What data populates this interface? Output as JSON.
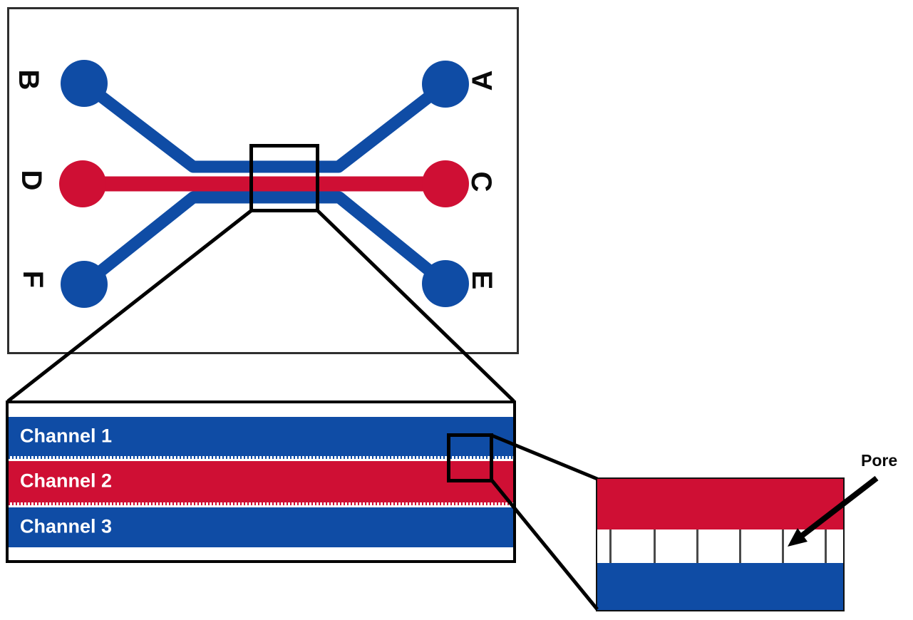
{
  "figure": {
    "description": "microfluidic chip schematic with zoomed channel and pore views"
  },
  "device_view": {
    "ports": [
      {
        "id": "B",
        "side": "left",
        "row": "top",
        "color": "#0f4ca5"
      },
      {
        "id": "A",
        "side": "right",
        "row": "top",
        "color": "#0f4ca5"
      },
      {
        "id": "D",
        "side": "left",
        "row": "middle",
        "color": "#cf0f34"
      },
      {
        "id": "C",
        "side": "right",
        "row": "middle",
        "color": "#cf0f34"
      },
      {
        "id": "F",
        "side": "left",
        "row": "bottom",
        "color": "#0f4ca5"
      },
      {
        "id": "E",
        "side": "right",
        "row": "bottom",
        "color": "#0f4ca5"
      }
    ]
  },
  "channel_view": {
    "channels": [
      {
        "label": "Channel 1",
        "color": "#0f4ca5"
      },
      {
        "label": "Channel 2",
        "color": "#cf0f34"
      },
      {
        "label": "Channel 3",
        "color": "#0f4ca5"
      }
    ]
  },
  "pore_view": {
    "label": "Pore",
    "pore_wall_count": 6
  },
  "colors": {
    "blue": "#0f4ca5",
    "red": "#cf0f34",
    "outline": "#000000",
    "pore_wall": "#4a4a4a"
  }
}
